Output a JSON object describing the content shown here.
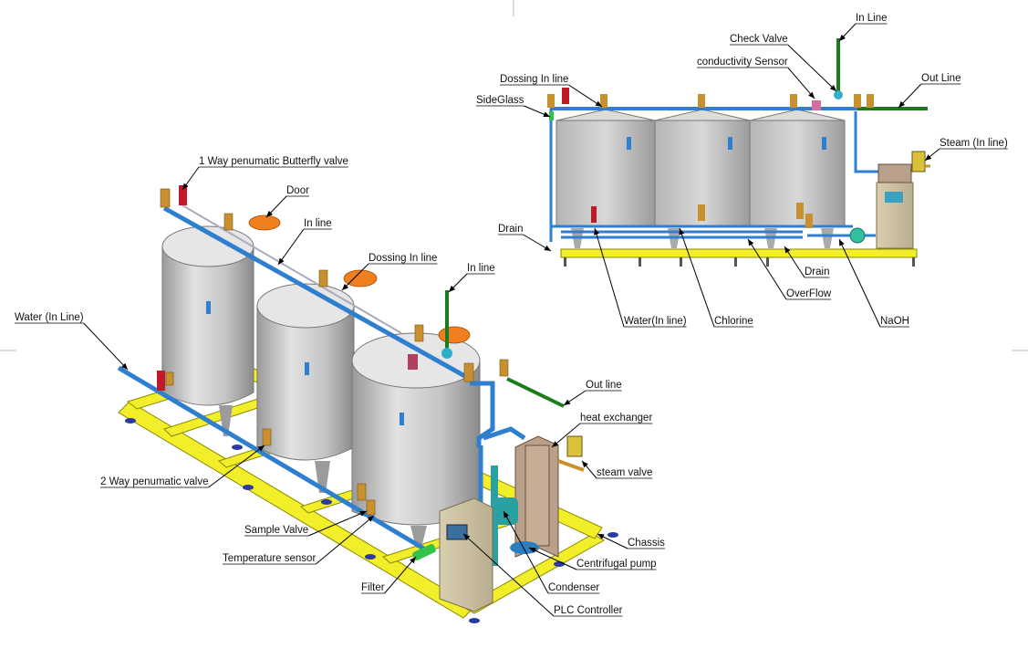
{
  "labels": {
    "butterfly_valve": "1 Way penumatic Butterfly valve",
    "door": "Door",
    "in_line_left": "In line",
    "dossing_in_line_left": "Dossing In line",
    "in_line_left2": "In line",
    "water_in_line_left": "Water (In Line)",
    "out_line_left": "Out line",
    "heat_exchanger": "heat exchanger",
    "steam_valve": "steam valve",
    "two_way_valve": "2 Way penumatic valve",
    "chassis": "Chassis",
    "sample_valve": "Sample Valve",
    "centrifugal_pump": "Centrifugal pump",
    "temperature_sensor": "Temperature sensor",
    "condenser": "Condenser",
    "filter": "Filter",
    "plc_controller": "PLC Controller",
    "in_line_right": "In Line",
    "check_valve": "Check Valve",
    "dossing_in_line_right": "Dossing In line",
    "conductivity_sensor": "conductivity Sensor",
    "sideglass": "SideGlass",
    "out_line_right": "Out Line",
    "steam_in_line": "Steam (In line)",
    "drain_left": "Drain",
    "drain_right": "Drain",
    "overflow": "OverFlow",
    "water_in_line_right": "Water(In line)",
    "chlorine": "Chlorine",
    "naoh": "NaOH"
  },
  "colors": {
    "pipe": "#2f7fd0",
    "frame": "#f2ee2a",
    "tank": "#c9c9c9",
    "valve": "#c8902f",
    "door": "#f07f1f",
    "green_line": "#1e7a1e",
    "actuator": "#c0192a"
  }
}
